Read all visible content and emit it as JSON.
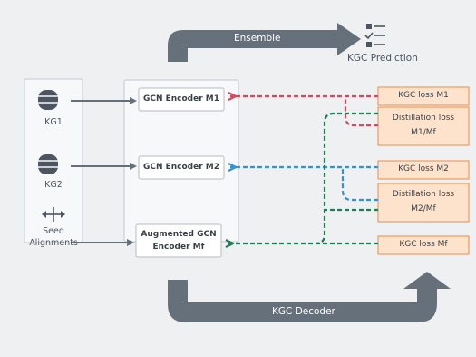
{
  "inputs": {
    "kg1": "KG1",
    "kg2": "KG2",
    "seed_line1": "Seed",
    "seed_line2": "Alignments"
  },
  "encoders": {
    "m1": "GCN Encoder M1",
    "m2": "GCN Encoder M2",
    "mf_line1": "Augmented GCN",
    "mf_line2": "Encoder Mf"
  },
  "losses": {
    "kgc_m1": "KGC loss M1",
    "distill_m1_line1": "Distillation loss",
    "distill_m1_line2": "M1/Mf",
    "kgc_m2": "KGC loss M2",
    "distill_m2_line1": "Distillation loss",
    "distill_m2_line2": "M2/Mf",
    "kgc_mf": "KGC loss Mf"
  },
  "top_arrow": {
    "label": "Ensemble"
  },
  "prediction": {
    "label": "KGC Prediction"
  },
  "bottom_arrow": {
    "label": "KGC Decoder"
  },
  "colors": {
    "background": "#eef0f2",
    "panel_fill": "#f7f8f9",
    "panel_border": "#c3c8ce",
    "thick_arrow": "#66707a",
    "loss_fill": "#fde3cc",
    "loss_border": "#ec8c49",
    "m1_dashed": "#cf4a5c",
    "m2_dashed": "#3a8ed6",
    "mf_dashed": "#237a56",
    "icon": "#4d5560"
  }
}
